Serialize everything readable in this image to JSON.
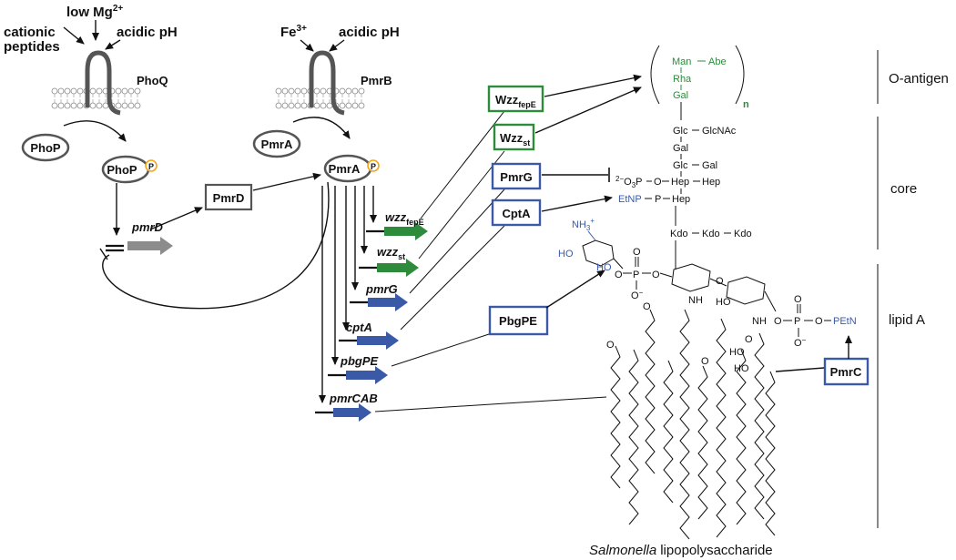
{
  "signals": {
    "low_mg": "low Mg",
    "low_mg_sup": "2+",
    "cationic_1": "cationic",
    "cationic_2": "peptides",
    "acidic_ph_1": "acidic pH",
    "fe": "Fe",
    "fe_sup": "3+",
    "acidic_ph_2": "acidic pH"
  },
  "sensors": {
    "phoq": "PhoQ",
    "pmrb": "PmrB"
  },
  "regulators": {
    "phop": "PhoP",
    "phop_p": "PhoP",
    "pmra": "PmrA",
    "pmra_p": "PmrA",
    "p_mark": "P",
    "pmrd_box": "PmrD"
  },
  "genes": {
    "pmrd": "pmrD",
    "wzz_fepe": "wzz",
    "wzz_fepe_sub": "fepE",
    "wzz_st": "wzz",
    "wzz_st_sub": "st",
    "pmrg": "pmrG",
    "cpta": "cptA",
    "pbgpe": "pbgPE",
    "pmrcab": "pmrCAB"
  },
  "proteins": {
    "wzz_fepe": "Wzz",
    "wzz_fepe_sub": "fepE",
    "wzz_st": "Wzz",
    "wzz_st_sub": "st",
    "pmrg": "PmrG",
    "cpta": "CptA",
    "pbgpe": "PbgPE",
    "pmrc": "PmrC"
  },
  "lps": {
    "man": "Man",
    "abe": "Abe",
    "rha": "Rha",
    "gal_o": "Gal",
    "n": "n",
    "glc1": "Glc",
    "glcnac": "GlcNAc",
    "gal1": "Gal",
    "glc2": "Glc",
    "gal2": "Gal",
    "o3p": "O",
    "o3p_pre": "2−",
    "o3p_suf": "P",
    "o_link": "O",
    "hep1": "Hep",
    "hep2": "Hep",
    "etnp": "EtNP",
    "p": "P",
    "hep3": "Hep",
    "kdo1": "Kdo",
    "kdo2": "Kdo",
    "kdo3": "Kdo",
    "nh3": "NH",
    "nh3_sub": "3",
    "nh3_sup": "+",
    "ho1": "HO",
    "ho2": "HO",
    "o_a": "O",
    "o_b": "O",
    "p1": "P",
    "p2": "P",
    "o_minus1": "O",
    "o_minus2": "O",
    "nh1": "NH",
    "nh2": "NH",
    "ho3": "HO",
    "ho4": "HO",
    "ho5": "HO",
    "petn": "PEtN",
    "o_generic": "O"
  },
  "regions": {
    "o_antigen": "O-antigen",
    "core": "core",
    "lipid_a": "lipid A"
  },
  "caption": {
    "italic": "Salmonella",
    "rest": "lipopolysaccharide"
  },
  "colors": {
    "green": "#2e8b3c",
    "blue": "#3a5aa8",
    "gray": "#8c8c8c",
    "orange": "#f2a51a",
    "dark": "#111111"
  }
}
